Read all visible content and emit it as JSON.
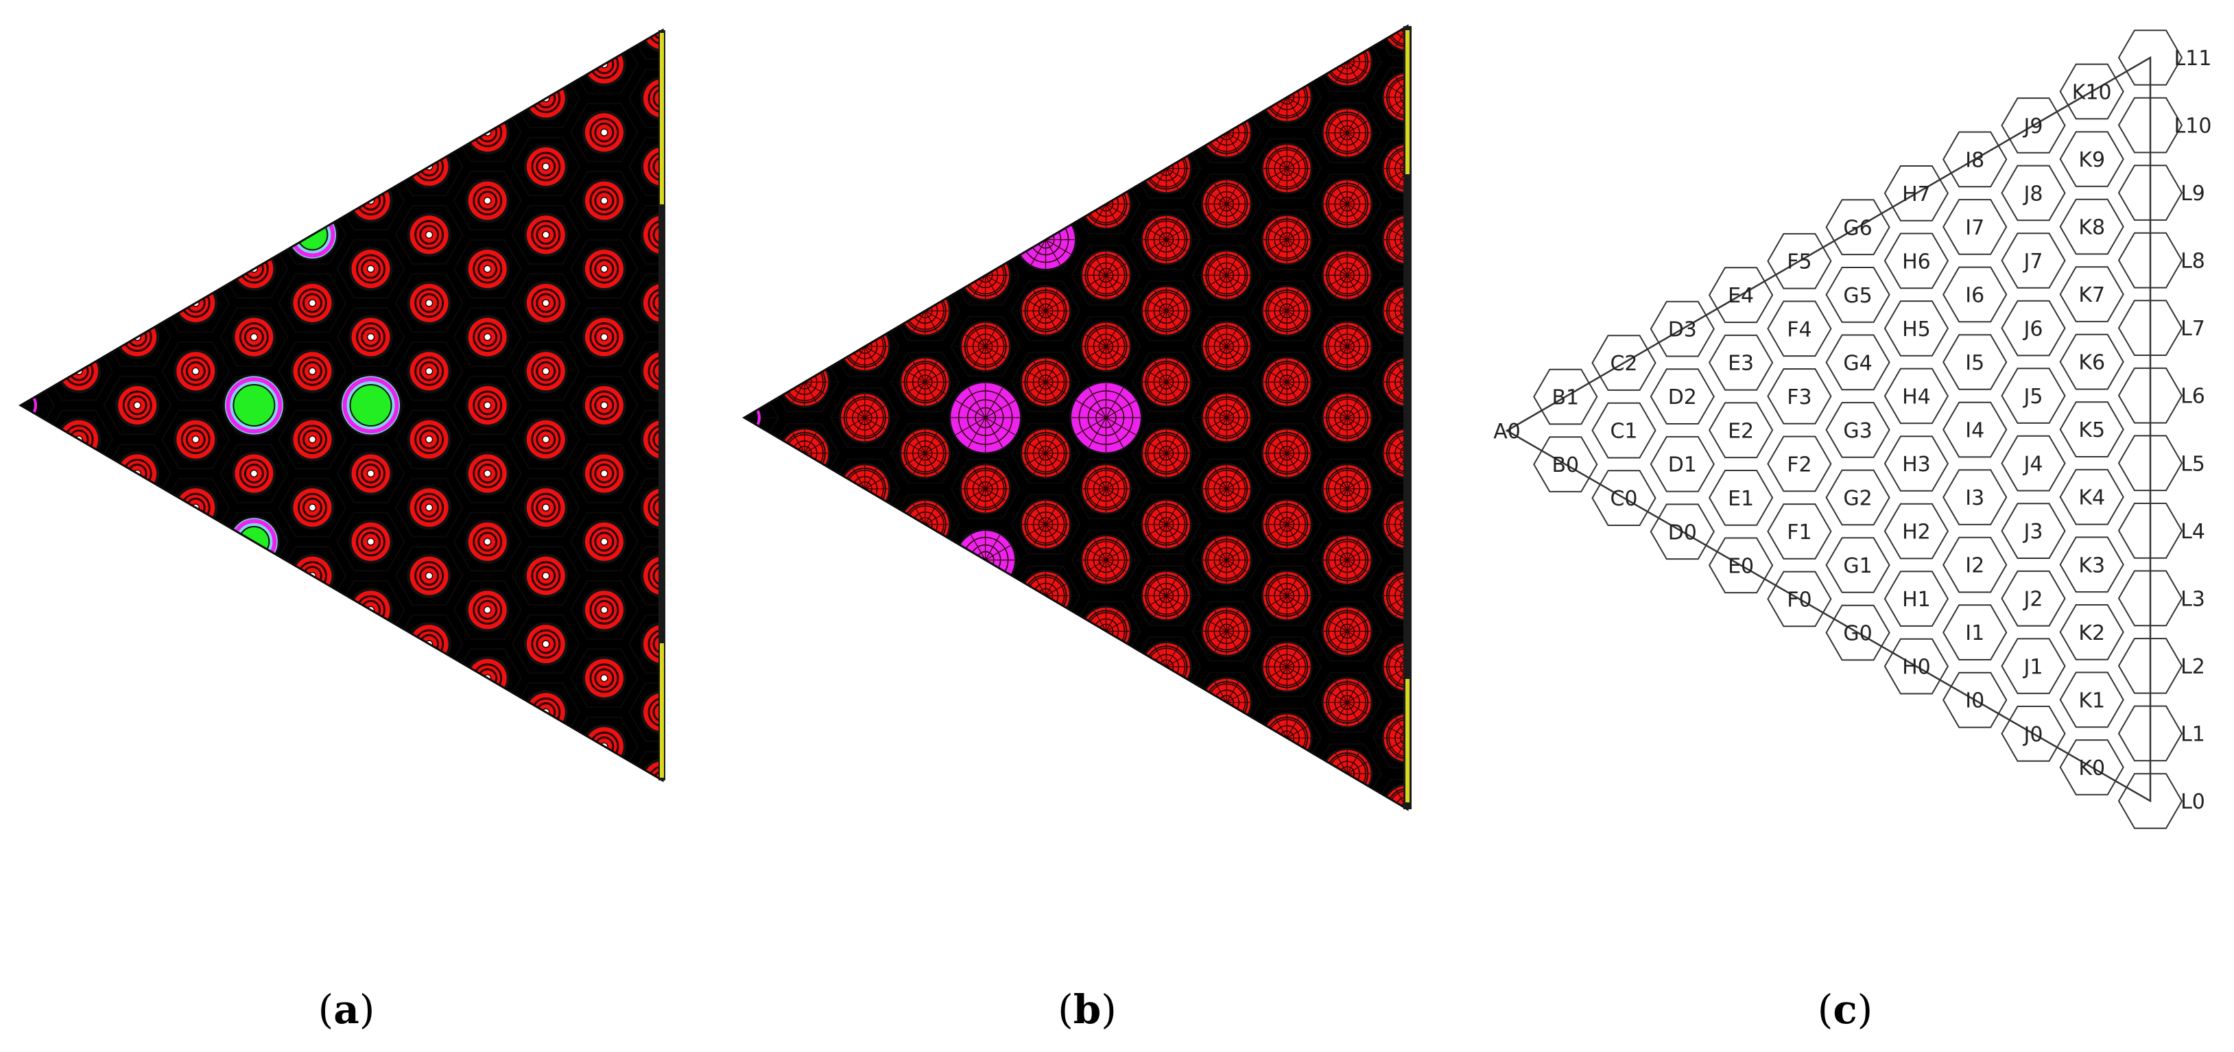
{
  "panels": [
    {
      "id": "a",
      "caption": "(a)",
      "variant": "pin-model"
    },
    {
      "id": "b",
      "caption": "(b)",
      "variant": "meshed-model"
    },
    {
      "id": "c",
      "caption": "(c)",
      "variant": "channel-map"
    }
  ],
  "colors": {
    "coolant": "#7fd8ea",
    "fuel_red": "#ee1111",
    "gap_dark": "#2a0000",
    "clad": "#111111",
    "rod_green": "#22ee22",
    "tube_magenta": "#ee22ee",
    "wall_yellow": "#d8d820",
    "line": "#0a0a0a",
    "hex_line": "#333333"
  },
  "special_positions": {
    "panel_a_green": [
      "F5",
      "E2",
      "G3",
      "E0"
    ],
    "panel_b_magenta": [
      "F5",
      "E2",
      "G3",
      "E0"
    ],
    "edge_partial": [
      "A0"
    ]
  },
  "channel_labels": {
    "A": [
      "A0"
    ],
    "B": [
      "B0",
      "B1"
    ],
    "C": [
      "C0",
      "C1",
      "C2"
    ],
    "D": [
      "D0",
      "D1",
      "D2",
      "D3"
    ],
    "E": [
      "E0",
      "E1",
      "E2",
      "E3",
      "E4"
    ],
    "F": [
      "F0",
      "F1",
      "F2",
      "F3",
      "F4",
      "F5"
    ],
    "G": [
      "G0",
      "G1",
      "G2",
      "G3",
      "G4",
      "G5",
      "G6"
    ],
    "H": [
      "H0",
      "H1",
      "H2",
      "H3",
      "H4",
      "H5",
      "H6",
      "H7"
    ],
    "I": [
      "I0",
      "I1",
      "I2",
      "I3",
      "I4",
      "I5",
      "I6",
      "I7",
      "I8"
    ],
    "J": [
      "J0",
      "J1",
      "J2",
      "J3",
      "J4",
      "J5",
      "J6",
      "J7",
      "J8",
      "J9"
    ],
    "K": [
      "K0",
      "K1",
      "K2",
      "K3",
      "K4",
      "K5",
      "K6",
      "K7",
      "K8",
      "K9",
      "K10"
    ],
    "L": [
      "L0",
      "L1",
      "L2",
      "L3",
      "L4",
      "L5",
      "L6",
      "L7",
      "L8",
      "L9",
      "L10",
      "L11"
    ]
  }
}
